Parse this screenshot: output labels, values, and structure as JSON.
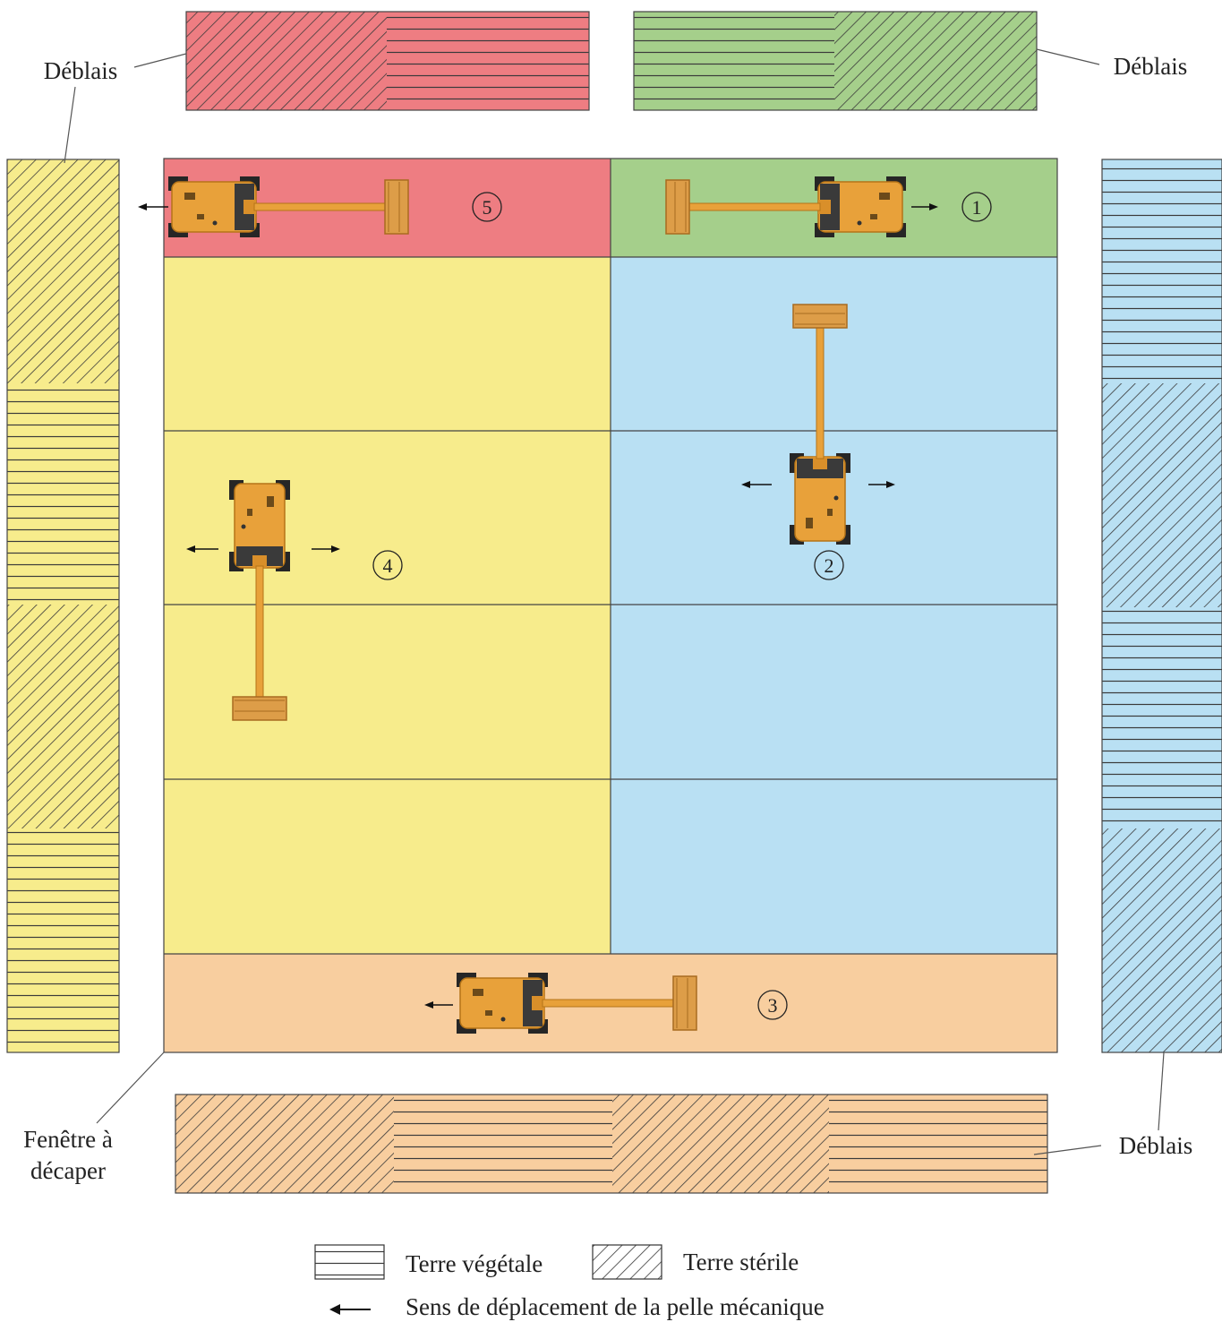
{
  "labels": {
    "deblais_top_left": "Déblais",
    "deblais_top_right": "Déblais",
    "deblais_bottom_right": "Déblais",
    "fenetre_line1": "Fenêtre à",
    "fenetre_line2": "décaper"
  },
  "step_numbers": [
    "1",
    "2",
    "3",
    "4",
    "5"
  ],
  "legend": {
    "topsoil": "Terre végétale",
    "sterile": "Terre stérile",
    "direction": "Sens de déplacement de la pelle mécanique"
  },
  "colors": {
    "red": "#ee7d82",
    "green": "#a5cf8b",
    "yellow": "#f7ec8c",
    "blue": "#b9e0f3",
    "orange": "#f8ce9f",
    "excavator": "#e8a13a",
    "track": "#2b2b2b"
  }
}
